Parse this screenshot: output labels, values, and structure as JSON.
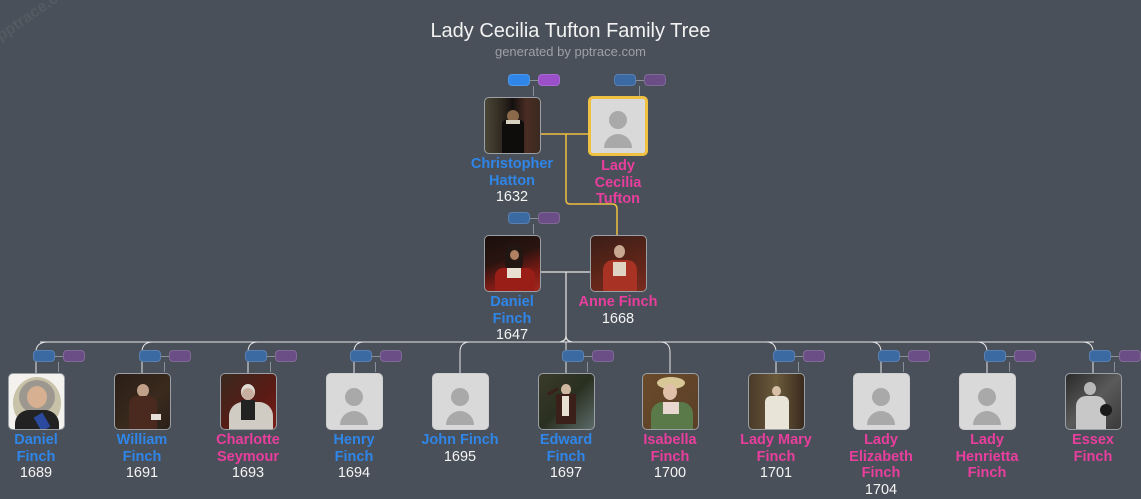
{
  "header": {
    "title": "Lady Cecilia Tufton Family Tree",
    "subtitle": "generated by pptrace.com",
    "watermark": "pptrace.com"
  },
  "colors": {
    "background": "#4a5059",
    "male": "#2f86e8",
    "female": "#e83e9d",
    "selected_border": "#f0c040",
    "couple_line_selected": "#f0c040",
    "line": "#e6e6e6"
  },
  "generations": [
    {
      "level": 1,
      "people": [
        {
          "id": "christopher-hatton",
          "name_lines": [
            "Christopher",
            "Hatton"
          ],
          "year": "1632",
          "gender": "male",
          "photo": "portrait"
        },
        {
          "id": "lady-cecilia-tufton",
          "name_lines": [
            "Lady",
            "Cecilia",
            "Tufton"
          ],
          "year": "",
          "gender": "female",
          "photo": "placeholder",
          "selected": true
        }
      ]
    },
    {
      "level": 2,
      "people": [
        {
          "id": "daniel-finch-1647",
          "name_lines": [
            "Daniel",
            "Finch"
          ],
          "year": "1647",
          "gender": "male",
          "photo": "portrait"
        },
        {
          "id": "anne-finch",
          "name_lines": [
            "Anne Finch"
          ],
          "year": "1668",
          "gender": "female",
          "photo": "portrait"
        }
      ]
    },
    {
      "level": 3,
      "people": [
        {
          "id": "daniel-finch-1689",
          "name_lines": [
            "Daniel",
            "Finch"
          ],
          "year": "1689",
          "gender": "male",
          "photo": "portrait"
        },
        {
          "id": "william-finch",
          "name_lines": [
            "William",
            "Finch"
          ],
          "year": "1691",
          "gender": "male",
          "photo": "portrait"
        },
        {
          "id": "charlotte-seymour",
          "name_lines": [
            "Charlotte",
            "Seymour"
          ],
          "year": "1693",
          "gender": "female",
          "photo": "portrait"
        },
        {
          "id": "henry-finch",
          "name_lines": [
            "Henry",
            "Finch"
          ],
          "year": "1694",
          "gender": "male",
          "photo": "placeholder"
        },
        {
          "id": "john-finch",
          "name_lines": [
            "John Finch"
          ],
          "year": "1695",
          "gender": "male",
          "photo": "placeholder"
        },
        {
          "id": "edward-finch",
          "name_lines": [
            "Edward",
            "Finch"
          ],
          "year": "1697",
          "gender": "male",
          "photo": "portrait"
        },
        {
          "id": "isabella-finch",
          "name_lines": [
            "Isabella",
            "Finch"
          ],
          "year": "1700",
          "gender": "female",
          "photo": "portrait"
        },
        {
          "id": "lady-mary-finch",
          "name_lines": [
            "Lady Mary",
            "Finch"
          ],
          "year": "1701",
          "gender": "female",
          "photo": "portrait"
        },
        {
          "id": "lady-elizabeth-finch",
          "name_lines": [
            "Lady",
            "Elizabeth",
            "Finch"
          ],
          "year": "1704",
          "gender": "female",
          "photo": "placeholder"
        },
        {
          "id": "lady-henrietta-finch",
          "name_lines": [
            "Lady",
            "Henrietta",
            "Finch"
          ],
          "year": "",
          "gender": "female",
          "photo": "placeholder"
        },
        {
          "id": "essex-finch",
          "name_lines": [
            "Essex",
            "Finch"
          ],
          "year": "",
          "gender": "female",
          "photo": "portrait"
        }
      ]
    }
  ],
  "parent_toggles": [
    {
      "person": "christopher-hatton",
      "father_label": "father",
      "mother_label": "mother",
      "active": true
    },
    {
      "person": "lady-cecilia-tufton",
      "active": false
    },
    {
      "person": "daniel-finch-1647",
      "active": false
    },
    {
      "person": "daniel-finch-1689",
      "active": false
    },
    {
      "person": "william-finch",
      "active": false
    },
    {
      "person": "charlotte-seymour",
      "active": false
    },
    {
      "person": "henry-finch",
      "active": false
    },
    {
      "person": "edward-finch",
      "active": false
    },
    {
      "person": "lady-mary-finch",
      "active": false
    },
    {
      "person": "lady-elizabeth-finch",
      "active": false
    },
    {
      "person": "lady-henrietta-finch",
      "active": false
    },
    {
      "person": "essex-finch",
      "active": false
    }
  ]
}
